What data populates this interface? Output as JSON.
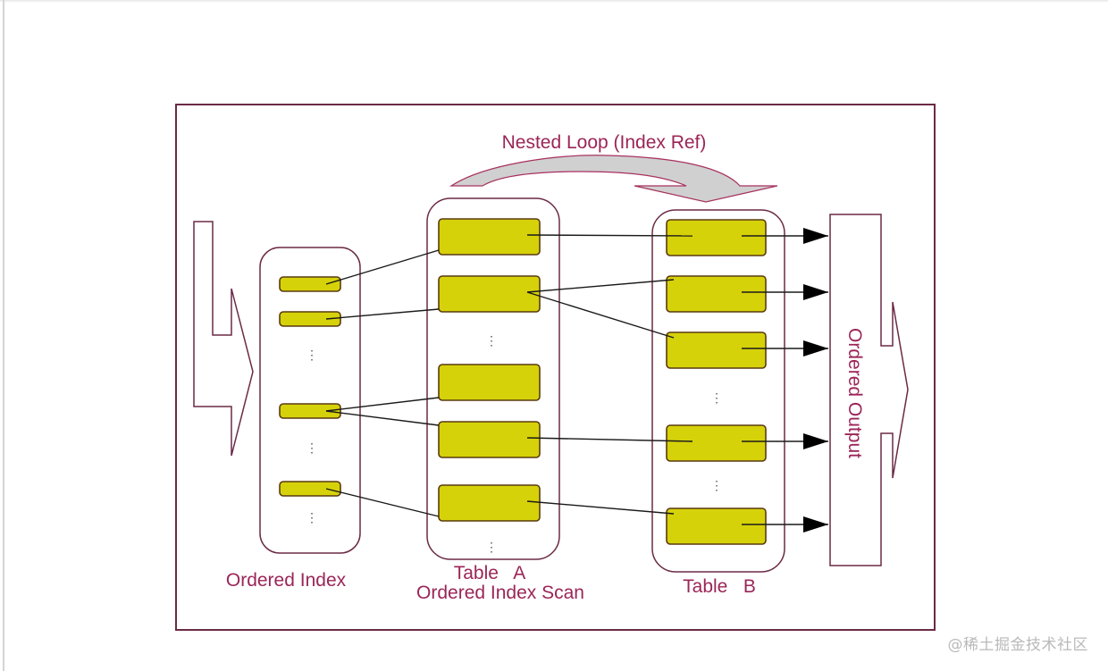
{
  "diagram": {
    "title": "Nested Loop (Index Ref)",
    "labels": {
      "ordered_index": "Ordered Index",
      "table_a": "Table   A",
      "table_a_sub": "Ordered Index Scan",
      "table_b": "Table   B",
      "ordered_output": "Ordered Output"
    },
    "ellipsis": "⋮",
    "colors": {
      "frame": "#6b2a45",
      "text": "#9b2557",
      "record_fill": "#d6d20a",
      "record_stroke": "#5a3a10",
      "arrow_fill": "#d0d0d0",
      "link": "#1a1a1a"
    },
    "nodes": {
      "index_entries": [
        "idx-1",
        "idx-2",
        "idx-3",
        "idx-4"
      ],
      "table_a_rows": [
        "a-1",
        "a-2",
        "a-3",
        "a-4",
        "a-5"
      ],
      "table_b_rows": [
        "b-1",
        "b-2",
        "b-3",
        "b-4",
        "b-5"
      ]
    },
    "edges": [
      {
        "from": "idx-1",
        "to": "a-1"
      },
      {
        "from": "idx-2",
        "to": "a-2"
      },
      {
        "from": "idx-3",
        "to": "a-3"
      },
      {
        "from": "idx-3",
        "to": "a-4"
      },
      {
        "from": "idx-4",
        "to": "a-5"
      },
      {
        "from": "a-1",
        "to": "b-1"
      },
      {
        "from": "a-2",
        "to": "b-2"
      },
      {
        "from": "a-2",
        "to": "b-3"
      },
      {
        "from": "a-4",
        "to": "b-4"
      },
      {
        "from": "a-5",
        "to": "b-5"
      },
      {
        "from": "b-1",
        "to": "output"
      },
      {
        "from": "b-2",
        "to": "output"
      },
      {
        "from": "b-3",
        "to": "output"
      },
      {
        "from": "b-4",
        "to": "output"
      },
      {
        "from": "b-5",
        "to": "output"
      }
    ]
  },
  "watermark": "@稀土掘金技术社区"
}
